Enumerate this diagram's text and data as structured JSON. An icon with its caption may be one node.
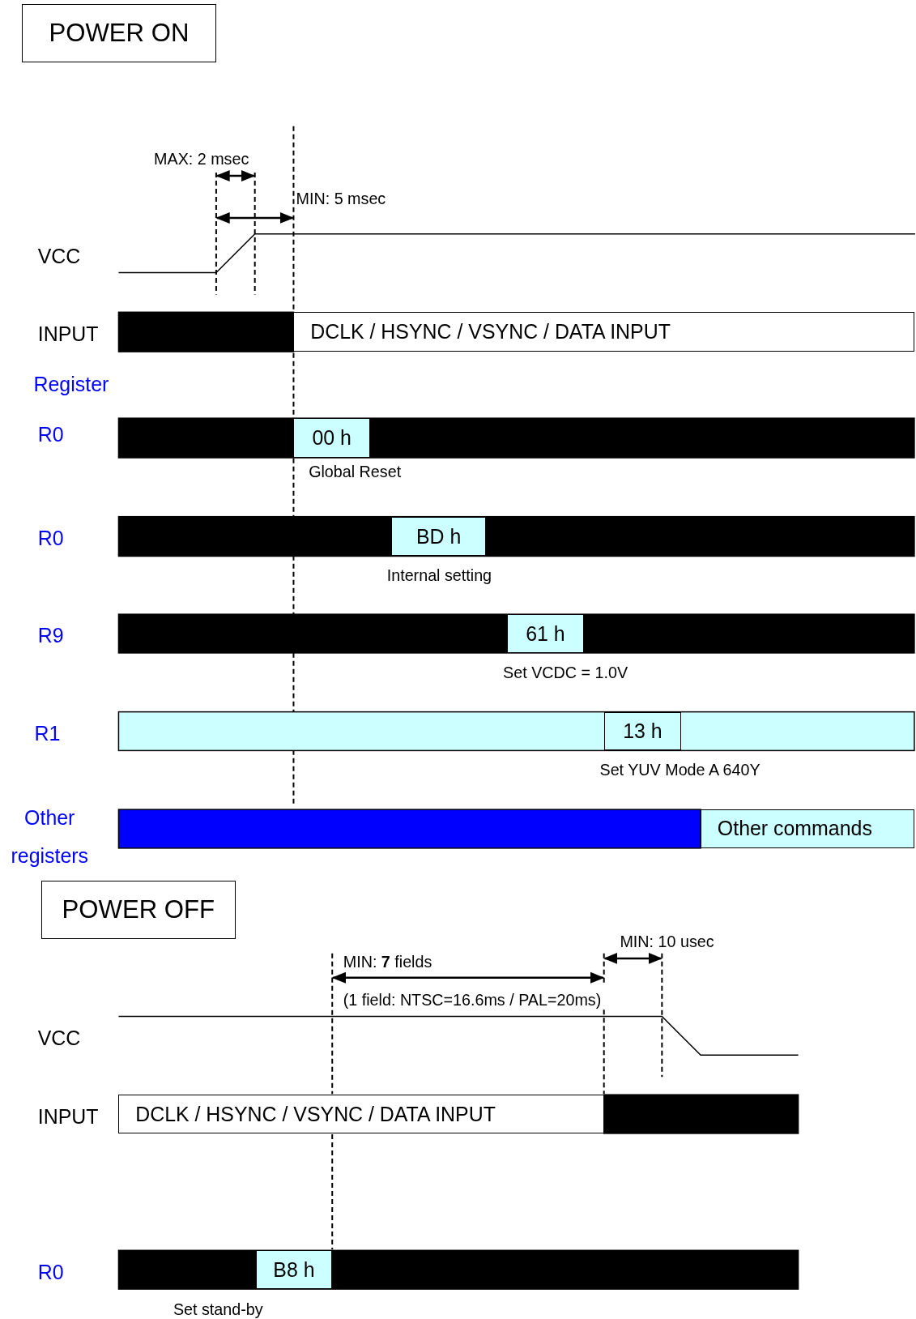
{
  "diagram": {
    "nodes": [
      {
        "text": [
          "POWER ON"
        ]
      },
      {
        "text": [
          "DCLK / HSYNC / VSYNC / DATA INPUT"
        ]
      },
      {
        "text": [
          "00 h"
        ],
        "beside": [
          "Global Reset"
        ]
      },
      {
        "text": [
          "BD h"
        ],
        "beside": [
          "Internal setting"
        ]
      },
      {
        "text": [
          "61 h"
        ],
        "beside": [
          "Set VCDC = 1.0V"
        ]
      },
      {
        "text": [
          "13 h"
        ],
        "beside": [
          "Set YUV Mode A 640Y"
        ]
      },
      {
        "text": [
          "Other commands"
        ]
      },
      {
        "text": [
          "POWER OFF"
        ]
      },
      {
        "text": [
          "DCLK / HSYNC / VSYNC / DATA INPUT"
        ]
      },
      {
        "text": [
          "B8 h"
        ],
        "beside": [
          "Set stand-by"
        ]
      }
    ],
    "labels": [
      "MAX: 2 msec",
      "MIN: 5 msec",
      "VCC",
      "INPUT",
      "Register",
      "R0",
      "R0",
      "R9",
      "R1",
      "Other registers",
      "MIN: 10 usec",
      "MIN: **7** fields",
      "(1 field: NTSC=16.6ms / PAL=20ms)",
      "VCC",
      "INPUT",
      "R0"
    ]
  }
}
